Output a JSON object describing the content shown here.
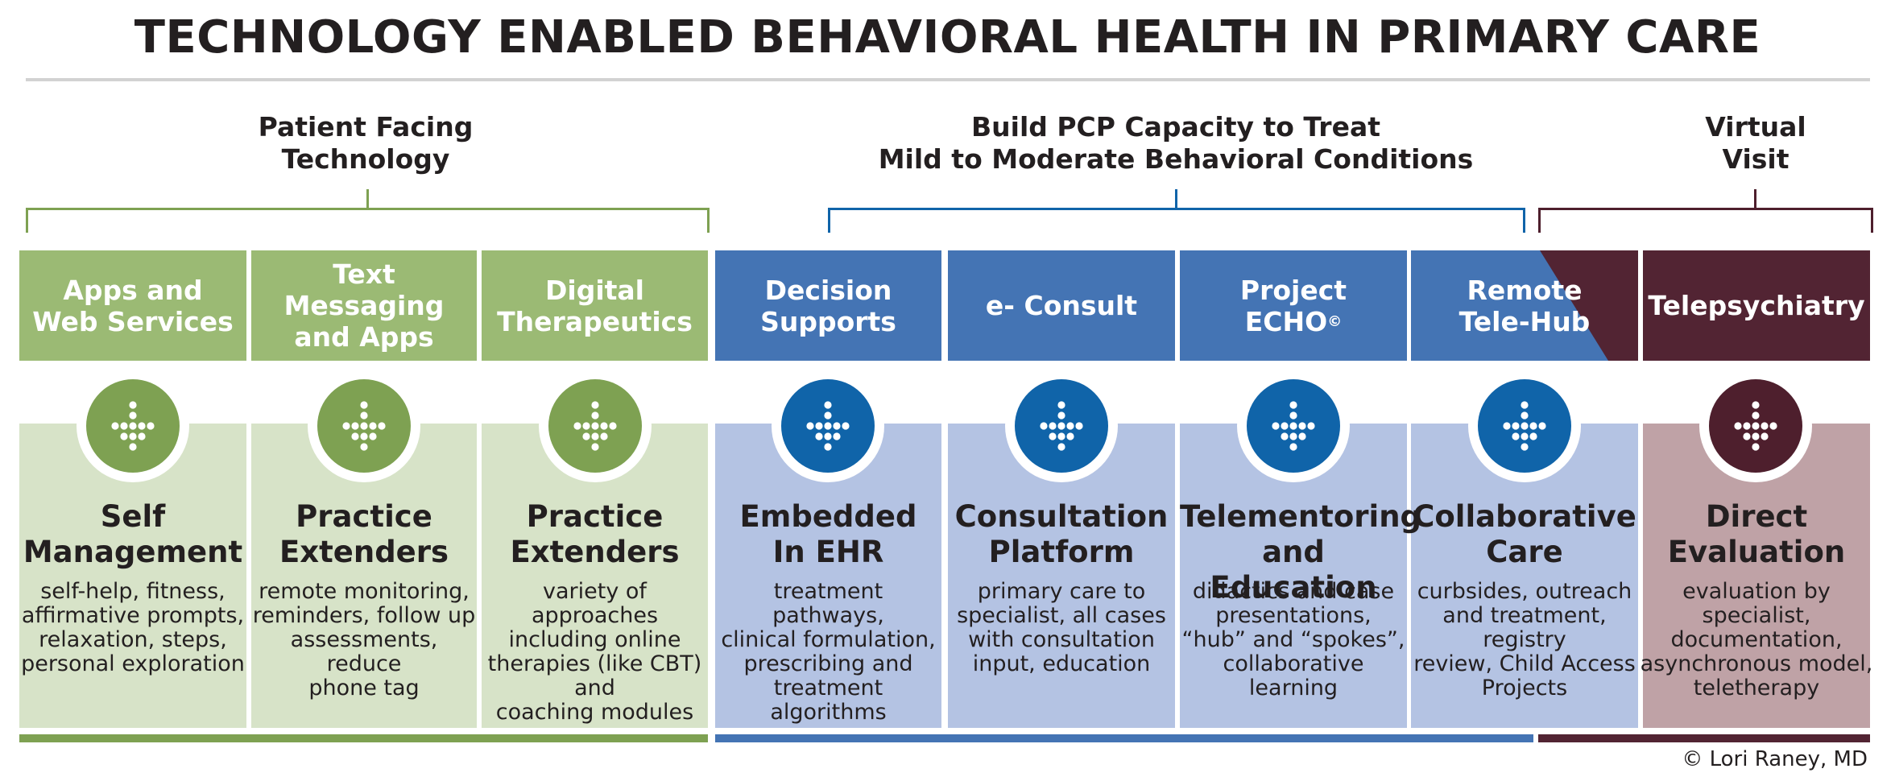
{
  "title": "TECHNOLOGY ENABLED BEHAVIORAL HEALTH IN PRIMARY CARE",
  "colors": {
    "green_header": "#9bba74",
    "green_body": "#d7e3c8",
    "green_circle": "#7ea152",
    "blue_header": "#4474b4",
    "blue_body": "#b4c3e3",
    "blue_circle": "#1064a9",
    "maroon_header": "#522433",
    "maroon_body": "#bfa2a6",
    "maroon_circle": "#4e1f2d"
  },
  "groups": [
    {
      "label": "Patient Facing\nTechnology"
    },
    {
      "label": "Build PCP Capacity to Treat\nMild to Moderate Behavioral Conditions"
    },
    {
      "label": "Virtual\nVisit"
    }
  ],
  "columns": [
    {
      "header": "Apps and\nWeb Services",
      "title": "Self\nManagement",
      "desc": "self-help, fitness,\naffirmative prompts,\nrelaxation, steps,\npersonal exploration",
      "icon": "arrow-down-dots-icon"
    },
    {
      "header": "Text Messaging\nand Apps",
      "title": "Practice\nExtenders",
      "desc": "remote monitoring,\nreminders, follow up\nassessments, reduce\nphone tag",
      "icon": "arrow-down-dots-icon"
    },
    {
      "header": "Digital\nTherapeutics",
      "title": "Practice\nExtenders",
      "desc": "variety of approaches\nincluding online\ntherapies (like CBT) and\ncoaching modules",
      "icon": "arrow-down-dots-icon"
    },
    {
      "header": "Decision\nSupports",
      "title": "Embedded\nIn EHR",
      "desc": "treatment pathways,\nclinical formulation,\nprescribing and\ntreatment algorithms",
      "icon": "arrow-down-dots-icon"
    },
    {
      "header": "e- Consult",
      "title": "Consultation\nPlatform",
      "desc": "primary care to\nspecialist, all cases\nwith consultation\ninput, education",
      "icon": "arrow-down-dots-icon"
    },
    {
      "header": "Project\nECHO",
      "header_sup": "©",
      "title": "Telementoring\nand Education",
      "desc": "didactics and case\npresentations,\n“hub” and “spokes”,\ncollaborative learning",
      "icon": "arrow-down-dots-icon"
    },
    {
      "header": "Remote\nTele-Hub",
      "title": "Collaborative\nCare",
      "desc": "curbsides, outreach\nand treatment, registry\nreview, Child Access\nProjects",
      "icon": "arrow-down-dots-icon"
    },
    {
      "header": "Telepsychiatry",
      "title": "Direct\nEvaluation",
      "desc": "evaluation by specialist,\ndocumentation,\nasynchronous model,\nteletherapy",
      "icon": "arrow-down-dots-icon"
    }
  ],
  "credit": "© Lori Raney, MD"
}
